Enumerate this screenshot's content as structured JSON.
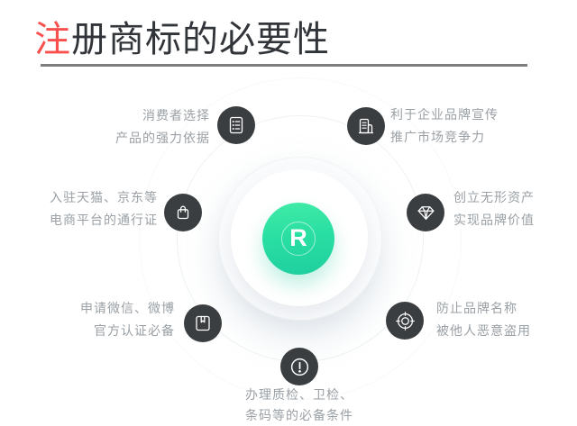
{
  "title": {
    "highlight": "注",
    "rest": "册商标的必要性"
  },
  "center": {
    "mark": "R"
  },
  "items": {
    "top_left": {
      "icon": "list-icon",
      "lines": [
        "消费者选择",
        "产品的强力依据"
      ]
    },
    "top_right": {
      "icon": "building-icon",
      "lines": [
        "利于企业品牌宣传",
        "推广市场竞争力"
      ]
    },
    "mid_left": {
      "icon": "shopping-bag-icon",
      "lines": [
        "入驻天猫、京东等",
        "电商平台的通行证"
      ]
    },
    "mid_right": {
      "icon": "diamond-icon",
      "lines": [
        "创立无形资产",
        "实现品牌价值"
      ]
    },
    "bottom_left": {
      "icon": "bookmark-icon",
      "lines": [
        "申请微信、微博",
        "官方认证必备"
      ]
    },
    "bottom_right": {
      "icon": "target-icon",
      "lines": [
        "防止品牌名称",
        "被他人恶意盗用"
      ]
    },
    "bottom_center": {
      "icon": "exclamation-icon",
      "lines": [
        "办理质检、卫检、",
        "条码等的必备条件"
      ]
    }
  },
  "colors": {
    "title_highlight": "#f9504e",
    "title_text": "#313438",
    "underline": "#7d7d7d",
    "node_background": "#3b3e41",
    "label_text": "#9aa0a5",
    "center_green_top": "#41eba6",
    "center_green_bottom": "#1ecf9e"
  }
}
